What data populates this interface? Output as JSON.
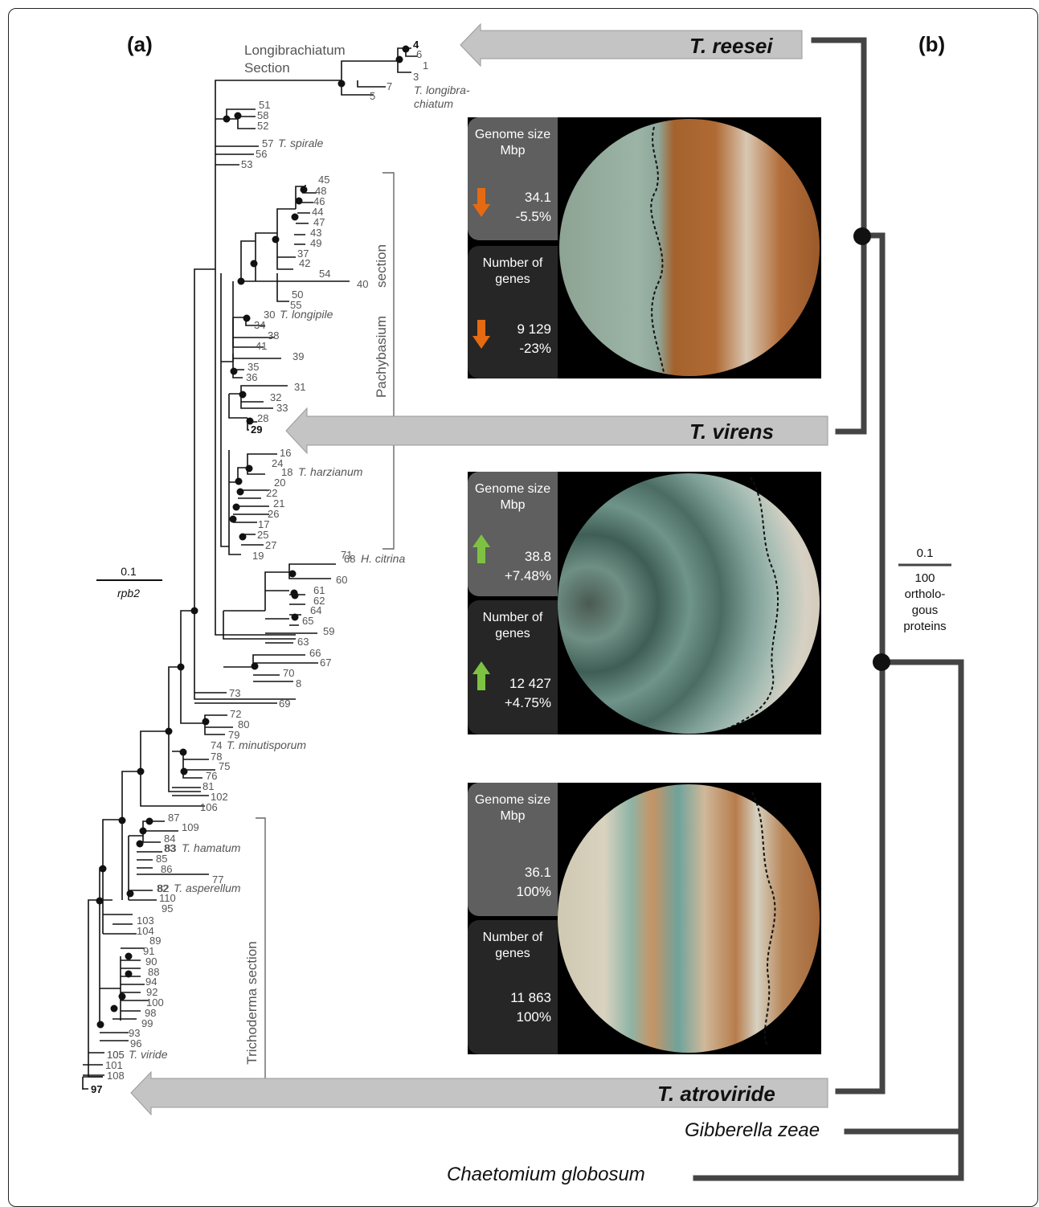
{
  "panel_a": {
    "label": "(a)",
    "section_longibrachiatum": [
      "Longibrachiatum",
      "Section"
    ],
    "section_pachybasium": [
      "Pachybasium",
      "section"
    ],
    "section_trichoderma": "Trichoderma section",
    "scale_value": "0.1",
    "scale_label": "rpb2",
    "taxa": {
      "t_longibrachiatum": [
        "T. longibra-",
        "chiatum"
      ],
      "t_spirale": "T. spirale",
      "t_longipile": "T. longipile",
      "t_harzianum": "T. harzianum",
      "h_citrina": "H. citrina",
      "t_minutisporum": "T. minutisporum",
      "t_hamatum": "T. hamatum",
      "t_asperellum": "T. asperellum",
      "t_viride": "T. viride"
    }
  },
  "panel_b": {
    "label": "(b)",
    "scale_value": "0.1",
    "scale_caption": [
      "100",
      "ortholo-",
      "gous",
      "proteins"
    ],
    "species": {
      "t_reesei": "T. reesei",
      "t_virens": "T. virens",
      "t_atroviride": "T. atroviride",
      "gibberella": "Gibberella zeae",
      "chaetomium": "Chaetomium globosum"
    },
    "cards": [
      {
        "genome_title": [
          "Genome size",
          "Mbp"
        ],
        "genome_value": "34.1",
        "genome_change": "-5.5%",
        "genes_title": [
          "Number of",
          "genes"
        ],
        "genes_value": "9 129",
        "genes_change": "-23%",
        "trend": "down"
      },
      {
        "genome_title": [
          "Genome size",
          "Mbp"
        ],
        "genome_value": "38.8",
        "genome_change": "+7.48%",
        "genes_title": [
          "Number of",
          "genes"
        ],
        "genes_value": "12 427",
        "genes_change": "+4.75%",
        "trend": "up"
      },
      {
        "genome_title": [
          "Genome size",
          "Mbp"
        ],
        "genome_value": "36.1",
        "genome_change": "100%",
        "genes_title": [
          "Number of",
          "genes"
        ],
        "genes_value": "11 863",
        "genes_change": "100%",
        "trend": "none"
      }
    ]
  },
  "colors": {
    "down_arrow": "#e56a12",
    "up_arrow": "#7ec242",
    "tree_line": "#3a3a3a",
    "arrow_fill": "#c4c4c4"
  }
}
